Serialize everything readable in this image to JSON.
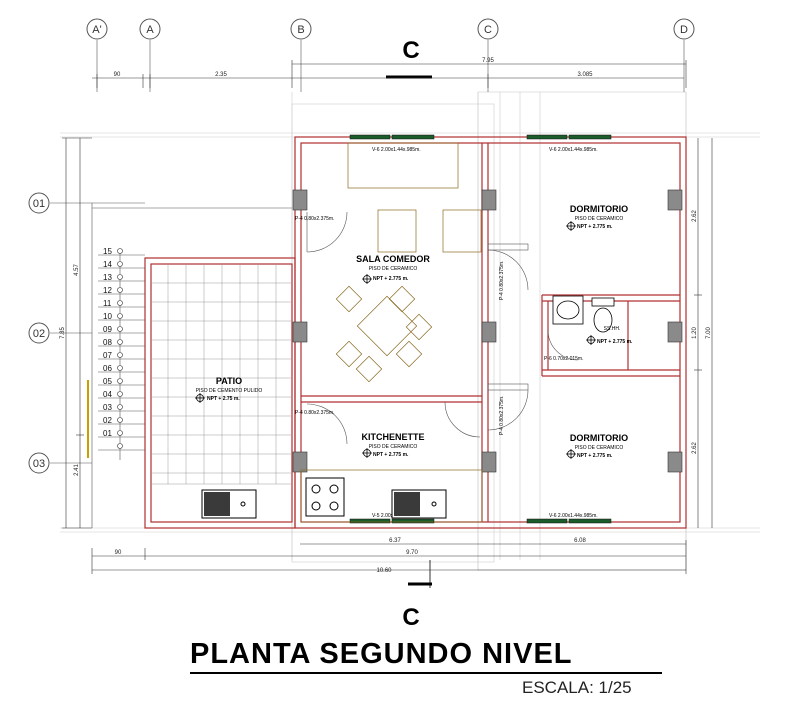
{
  "title": "PLANTA SEGUNDO NIVEL",
  "scale": "ESCALA: 1/25",
  "section_marker": "C",
  "grid_axes_x": [
    "A'",
    "A",
    "B",
    "C",
    "D"
  ],
  "grid_axes_y": [
    "01",
    "02",
    "03"
  ],
  "dimensions_top": [
    "90",
    "2.35",
    "7.95",
    "3.085"
  ],
  "dimensions_bottom": [
    "90",
    "6.37",
    "6.08",
    "9.70",
    "10.60"
  ],
  "dimensions_left": [
    "4.57",
    "7.85",
    "2.41"
  ],
  "dimensions_right": [
    "2.62",
    "1.20",
    "7.00",
    "2.62"
  ],
  "rooms": {
    "sala": {
      "name": "SALA COMEDOR",
      "floor": "PISO DE CERAMICO",
      "level": "NPT + 2.775 m."
    },
    "patio": {
      "name": "PATIO",
      "floor": "PISO DE CEMENTO PULIDO",
      "level": "NPT + 2.75 m."
    },
    "kitchen": {
      "name": "KITCHENETTE",
      "floor": "PISO DE CERAMICO",
      "level": "NPT + 2.775 m."
    },
    "dorm1": {
      "name": "DORMITORIO",
      "floor": "PISO DE CERAMICO",
      "level": "NPT + 2.775 m."
    },
    "dorm2": {
      "name": "DORMITORIO",
      "floor": "PISO DE CERAMICO",
      "level": "NPT + 2.775 m."
    },
    "bath": {
      "name": "SS.HH.",
      "level": "NPT + 2.775 m."
    }
  },
  "windows": {
    "v_sala": "V-6 2.00x1.44x.985m.",
    "v_dorm1": "V-6 2.00x1.44x.985m.",
    "v_kitchen": "V-5 2.00x1.44x.985m.",
    "v_dorm2": "V-6 2.00x1.44x.985m."
  },
  "doors": {
    "p4_a": "P-4 0.80x2.375m.",
    "p4_b": "P-4 0.80x2.375m.",
    "p4_c": "P-4 0.80x2.375m.",
    "p4_d": "P-4 0.80x2.375m.",
    "p6": "P-6 0.70x2.015m."
  },
  "stairs": [
    "15",
    "14",
    "13",
    "12",
    "11",
    "10",
    "09",
    "08",
    "07",
    "06",
    "05",
    "04",
    "03",
    "02",
    "01"
  ]
}
